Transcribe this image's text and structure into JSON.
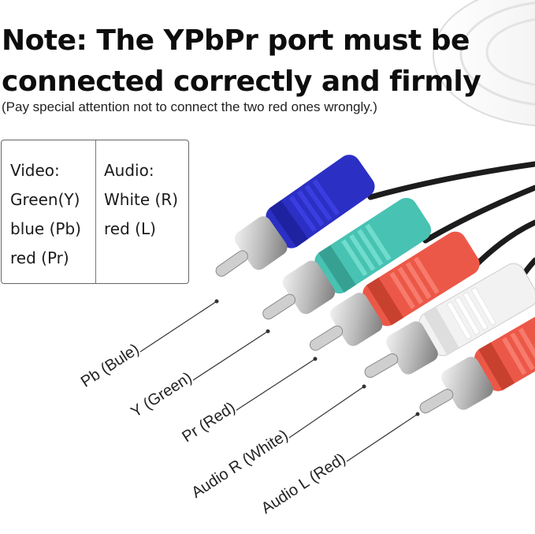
{
  "headline": {
    "line1": "Note: The YPbPr port must be",
    "line2": "connected correctly and firmly"
  },
  "subnote": "(Pay special attention not to connect the two red ones wrongly.)",
  "legend": {
    "video": [
      "Video:",
      "Green(Y)",
      "blue (Pb)",
      "red (Pr)"
    ],
    "audio": [
      "Audio:",
      "White (R)",
      "red (L)"
    ]
  },
  "callouts": [
    "Pb (Bule)",
    "Y (Green)",
    "Pr (Red)",
    "Audio R (White)",
    "Audio L (Red)"
  ],
  "colors": {
    "blue_plug": "#2b2fc4",
    "green_plug": "#48c2b2",
    "red_plug": "#ec5848",
    "white_plug": "#f2f2f2",
    "cable": "#1c1c1c",
    "pin": "#c9c9c9"
  }
}
